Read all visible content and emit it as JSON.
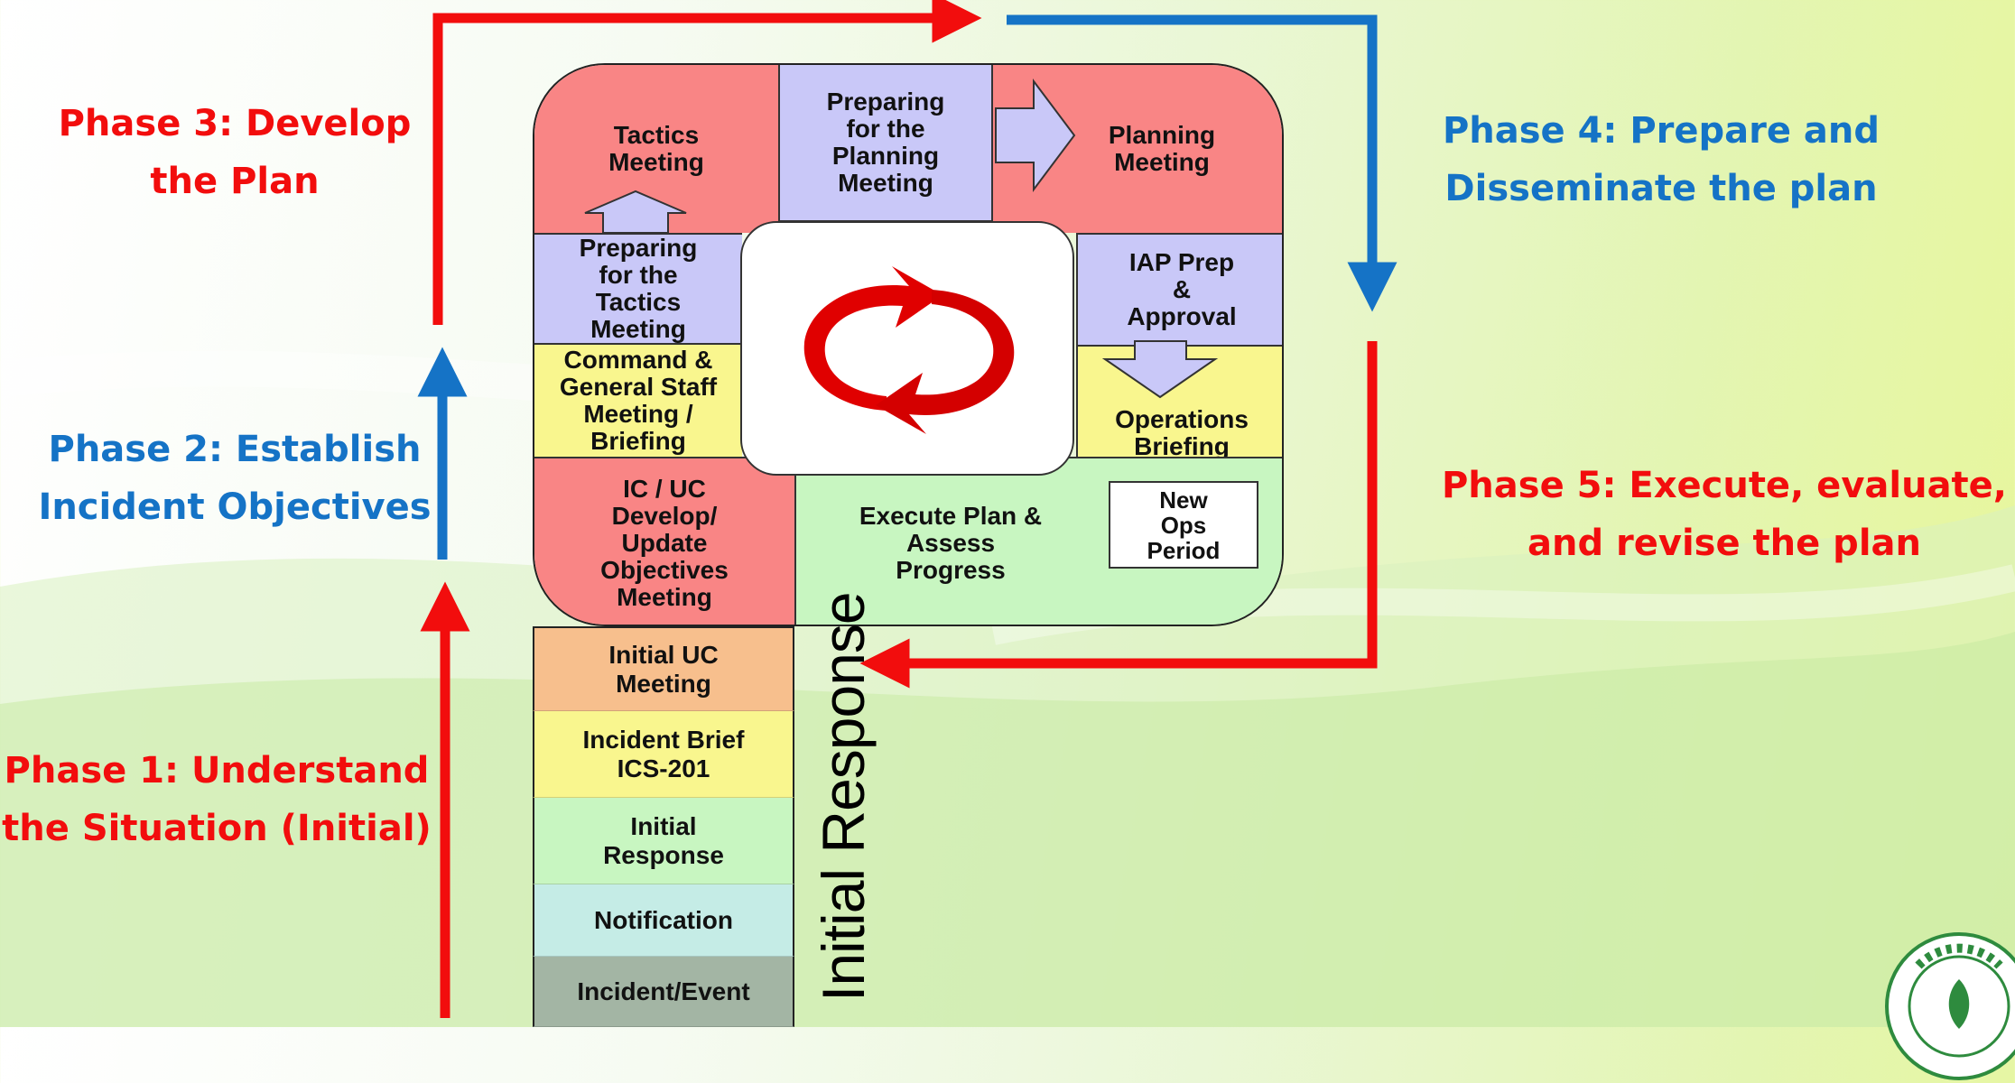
{
  "phases": {
    "p1": [
      "Phase 1: Understand",
      "the Situation (Initial)"
    ],
    "p2": [
      "Phase 2: Establish",
      "Incident Objectives"
    ],
    "p3": [
      "Phase 3: Develop",
      "the Plan"
    ],
    "p4": [
      "Phase 4: Prepare and",
      "Disseminate the plan"
    ],
    "p5": [
      "Phase 5: Execute, evaluate,",
      "and revise the plan"
    ]
  },
  "cycle": {
    "tactics_meeting": "Tactics\nMeeting",
    "prep_planning": "Preparing\nfor the\nPlanning\nMeeting",
    "planning_meeting": "Planning\nMeeting",
    "prep_tactics": "Preparing\nfor the\nTactics\nMeeting",
    "iap_prep": "IAP Prep\n&\nApproval",
    "cgs_meeting": "Command &\nGeneral Staff\nMeeting /\nBriefing",
    "ops_briefing": "Operations\nBriefing",
    "ic_uc": "IC / UC\nDevelop/\nUpdate\nObjectives\nMeeting",
    "execute": "Execute Plan &\nAssess\nProgress",
    "new_ops": "New\nOps\nPeriod"
  },
  "initial_stack": [
    "Initial UC\nMeeting",
    "Incident Brief\nICS-201",
    "Initial\nResponse",
    "Notification",
    "Incident/Event"
  ],
  "vertical_label": "Initial Response",
  "colors": {
    "red": "#f20d0d",
    "blue": "#1573c6",
    "pink": "#f98585",
    "lavender": "#c9c8f8",
    "yellow": "#f9f68e",
    "green": "#c8f6c1",
    "peach": "#f7bf8d",
    "aqua": "#c5ece6",
    "grey": "#a3b5a4"
  },
  "icons": [
    "refresh-cycle-icon",
    "agency-seal-icon"
  ]
}
